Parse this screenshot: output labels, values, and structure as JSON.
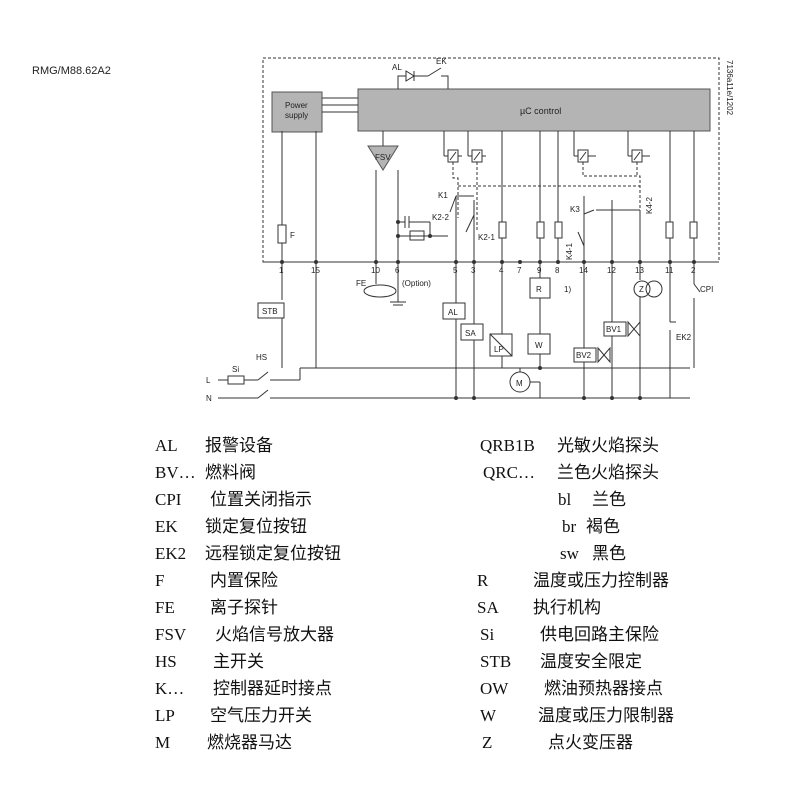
{
  "model_code": "RMG/M88.62A2",
  "drawing_id": "7136a11e/1202",
  "blocks": {
    "power_supply": [
      "Power",
      "supply"
    ],
    "controller": "µC control",
    "amplifier": "FSV"
  },
  "contact_labels": {
    "al": "AL",
    "ek": "EK",
    "k1": "K1",
    "k2_2": "K2-2",
    "k2_1": "K2-1",
    "k3": "K3",
    "k4_1": "K4-1",
    "k4_2": "K4-2",
    "fuse": "F",
    "r": "R",
    "z": "Z",
    "cpi": "CPI",
    "ek2": "EK2",
    "fe": "FE",
    "option": "(Option)",
    "note": "1)",
    "stb": "STB",
    "hs": "HS",
    "si": "Si",
    "line": "L",
    "neutral": "N",
    "al_box": "AL",
    "sa": "SA",
    "lp": "LP",
    "w": "W",
    "m": "M",
    "bv1": "BV1",
    "bv2": "BV2"
  },
  "terminals": [
    "1",
    "15",
    "10",
    "6",
    "5",
    "3",
    "4",
    "7",
    "9",
    "8",
    "14",
    "12",
    "13",
    "11",
    "2"
  ],
  "legend_left": [
    {
      "code": "AL",
      "desc": "报警设备"
    },
    {
      "code": "BV…",
      "desc": "燃料阀"
    },
    {
      "code": "CPI",
      "desc": "位置关闭指示"
    },
    {
      "code": "EK",
      "desc": "锁定复位按钮"
    },
    {
      "code": "EK2",
      "desc": "远程锁定复位按钮"
    },
    {
      "code": "F",
      "desc": "内置保险"
    },
    {
      "code": "FE",
      "desc": "离子探针"
    },
    {
      "code": "FSV",
      "desc": "火焰信号放大器"
    },
    {
      "code": "HS",
      "desc": "主开关"
    },
    {
      "code": "K…",
      "desc": "控制器延时接点"
    },
    {
      "code": "LP",
      "desc": "空气压力开关"
    },
    {
      "code": "M",
      "desc": "燃烧器马达"
    }
  ],
  "legend_right": [
    {
      "code": "QRB1B",
      "desc": "光敏火焰探头"
    },
    {
      "code": "QRC…",
      "desc": "兰色火焰探头"
    },
    {
      "code": "bl",
      "desc": "兰色"
    },
    {
      "code": "br",
      "desc": "褐色"
    },
    {
      "code": "sw",
      "desc": "黑色"
    },
    {
      "code": "R",
      "desc": "温度或压力控制器"
    },
    {
      "code": "SA",
      "desc": "执行机构"
    },
    {
      "code": "Si",
      "desc": "供电回路主保险"
    },
    {
      "code": "STB",
      "desc": "温度安全限定"
    },
    {
      "code": "OW",
      "desc": "燃油预热器接点"
    },
    {
      "code": "W",
      "desc": "温度或压力限制器"
    },
    {
      "code": "Z",
      "desc": "点火变压器"
    }
  ]
}
